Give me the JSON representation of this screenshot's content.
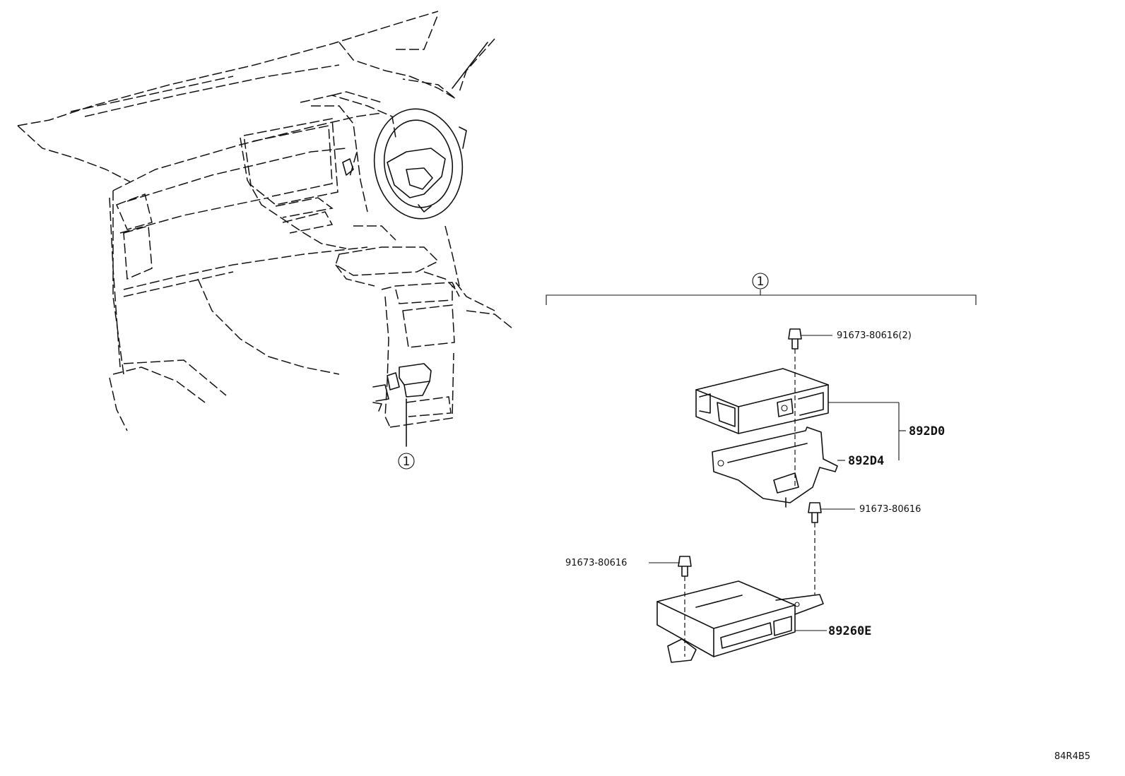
{
  "callout_number": "1",
  "parts": {
    "bolt_top": "91673-80616(2)",
    "ecu_upper": "892D0",
    "bracket": "892D4",
    "bolt_right": "91673-80616",
    "bolt_left": "91673-80616",
    "ecu_lower": "89260E"
  },
  "diagram_code": "84R4B5"
}
